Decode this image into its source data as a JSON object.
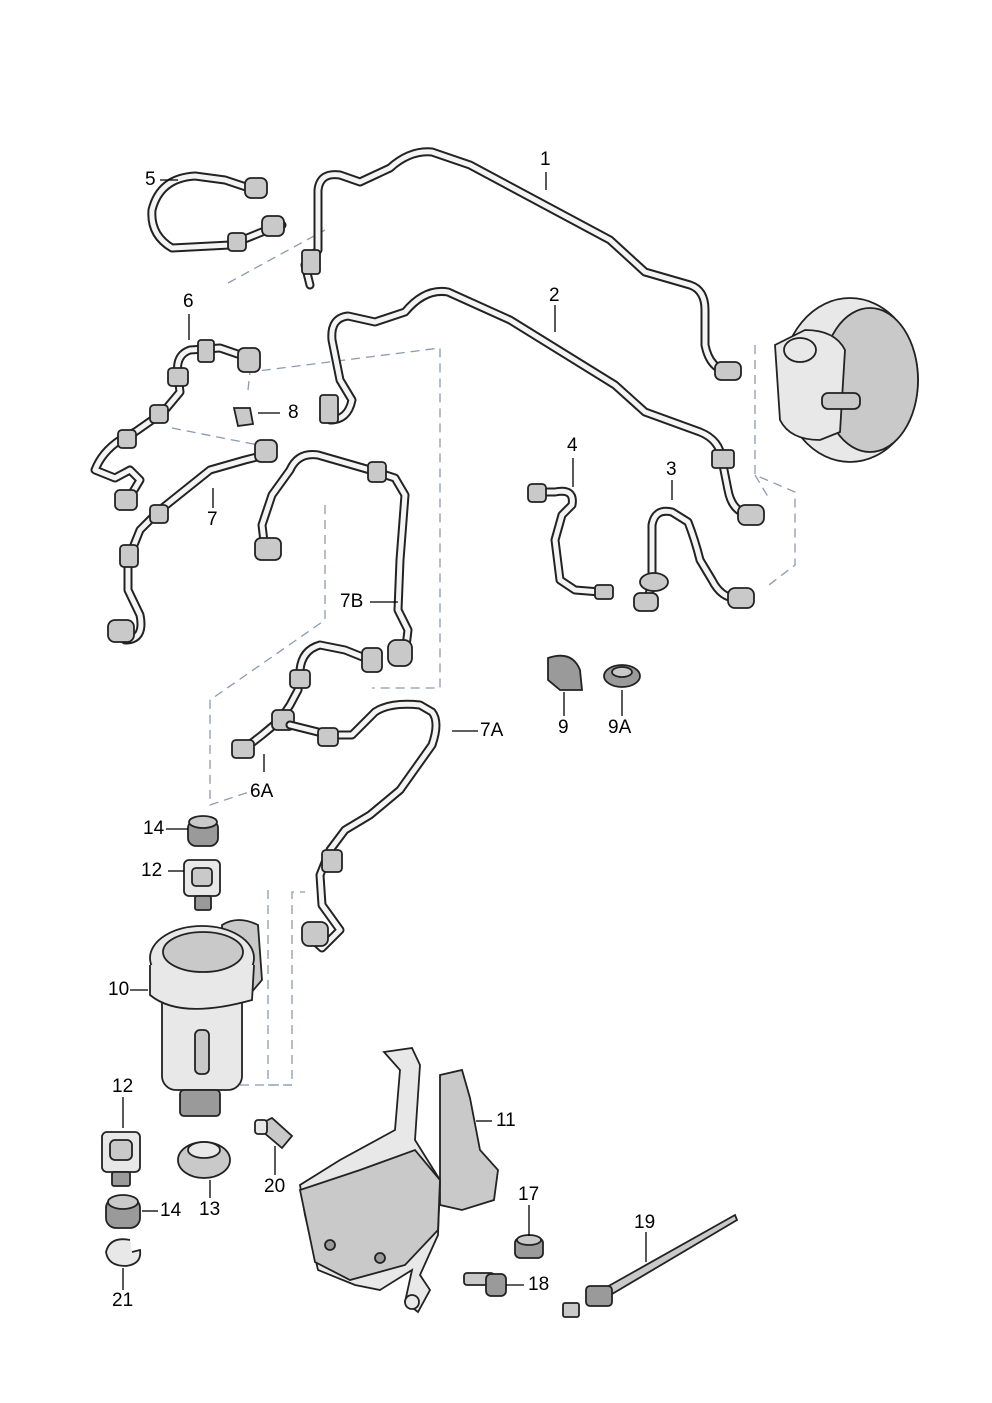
{
  "callouts": {
    "p1": "1",
    "p2": "2",
    "p3": "3",
    "p4": "4",
    "p5": "5",
    "p6": "6",
    "p6a": "6A",
    "p7": "7",
    "p7a": "7A",
    "p7b": "7B",
    "p8": "8",
    "p9": "9",
    "p9a": "9A",
    "p10": "10",
    "p11": "11",
    "p12a": "12",
    "p12b": "12",
    "p13": "13",
    "p14a": "14",
    "p14b": "14",
    "p17": "17",
    "p18": "18",
    "p19": "19",
    "p20": "20",
    "p21": "21"
  }
}
